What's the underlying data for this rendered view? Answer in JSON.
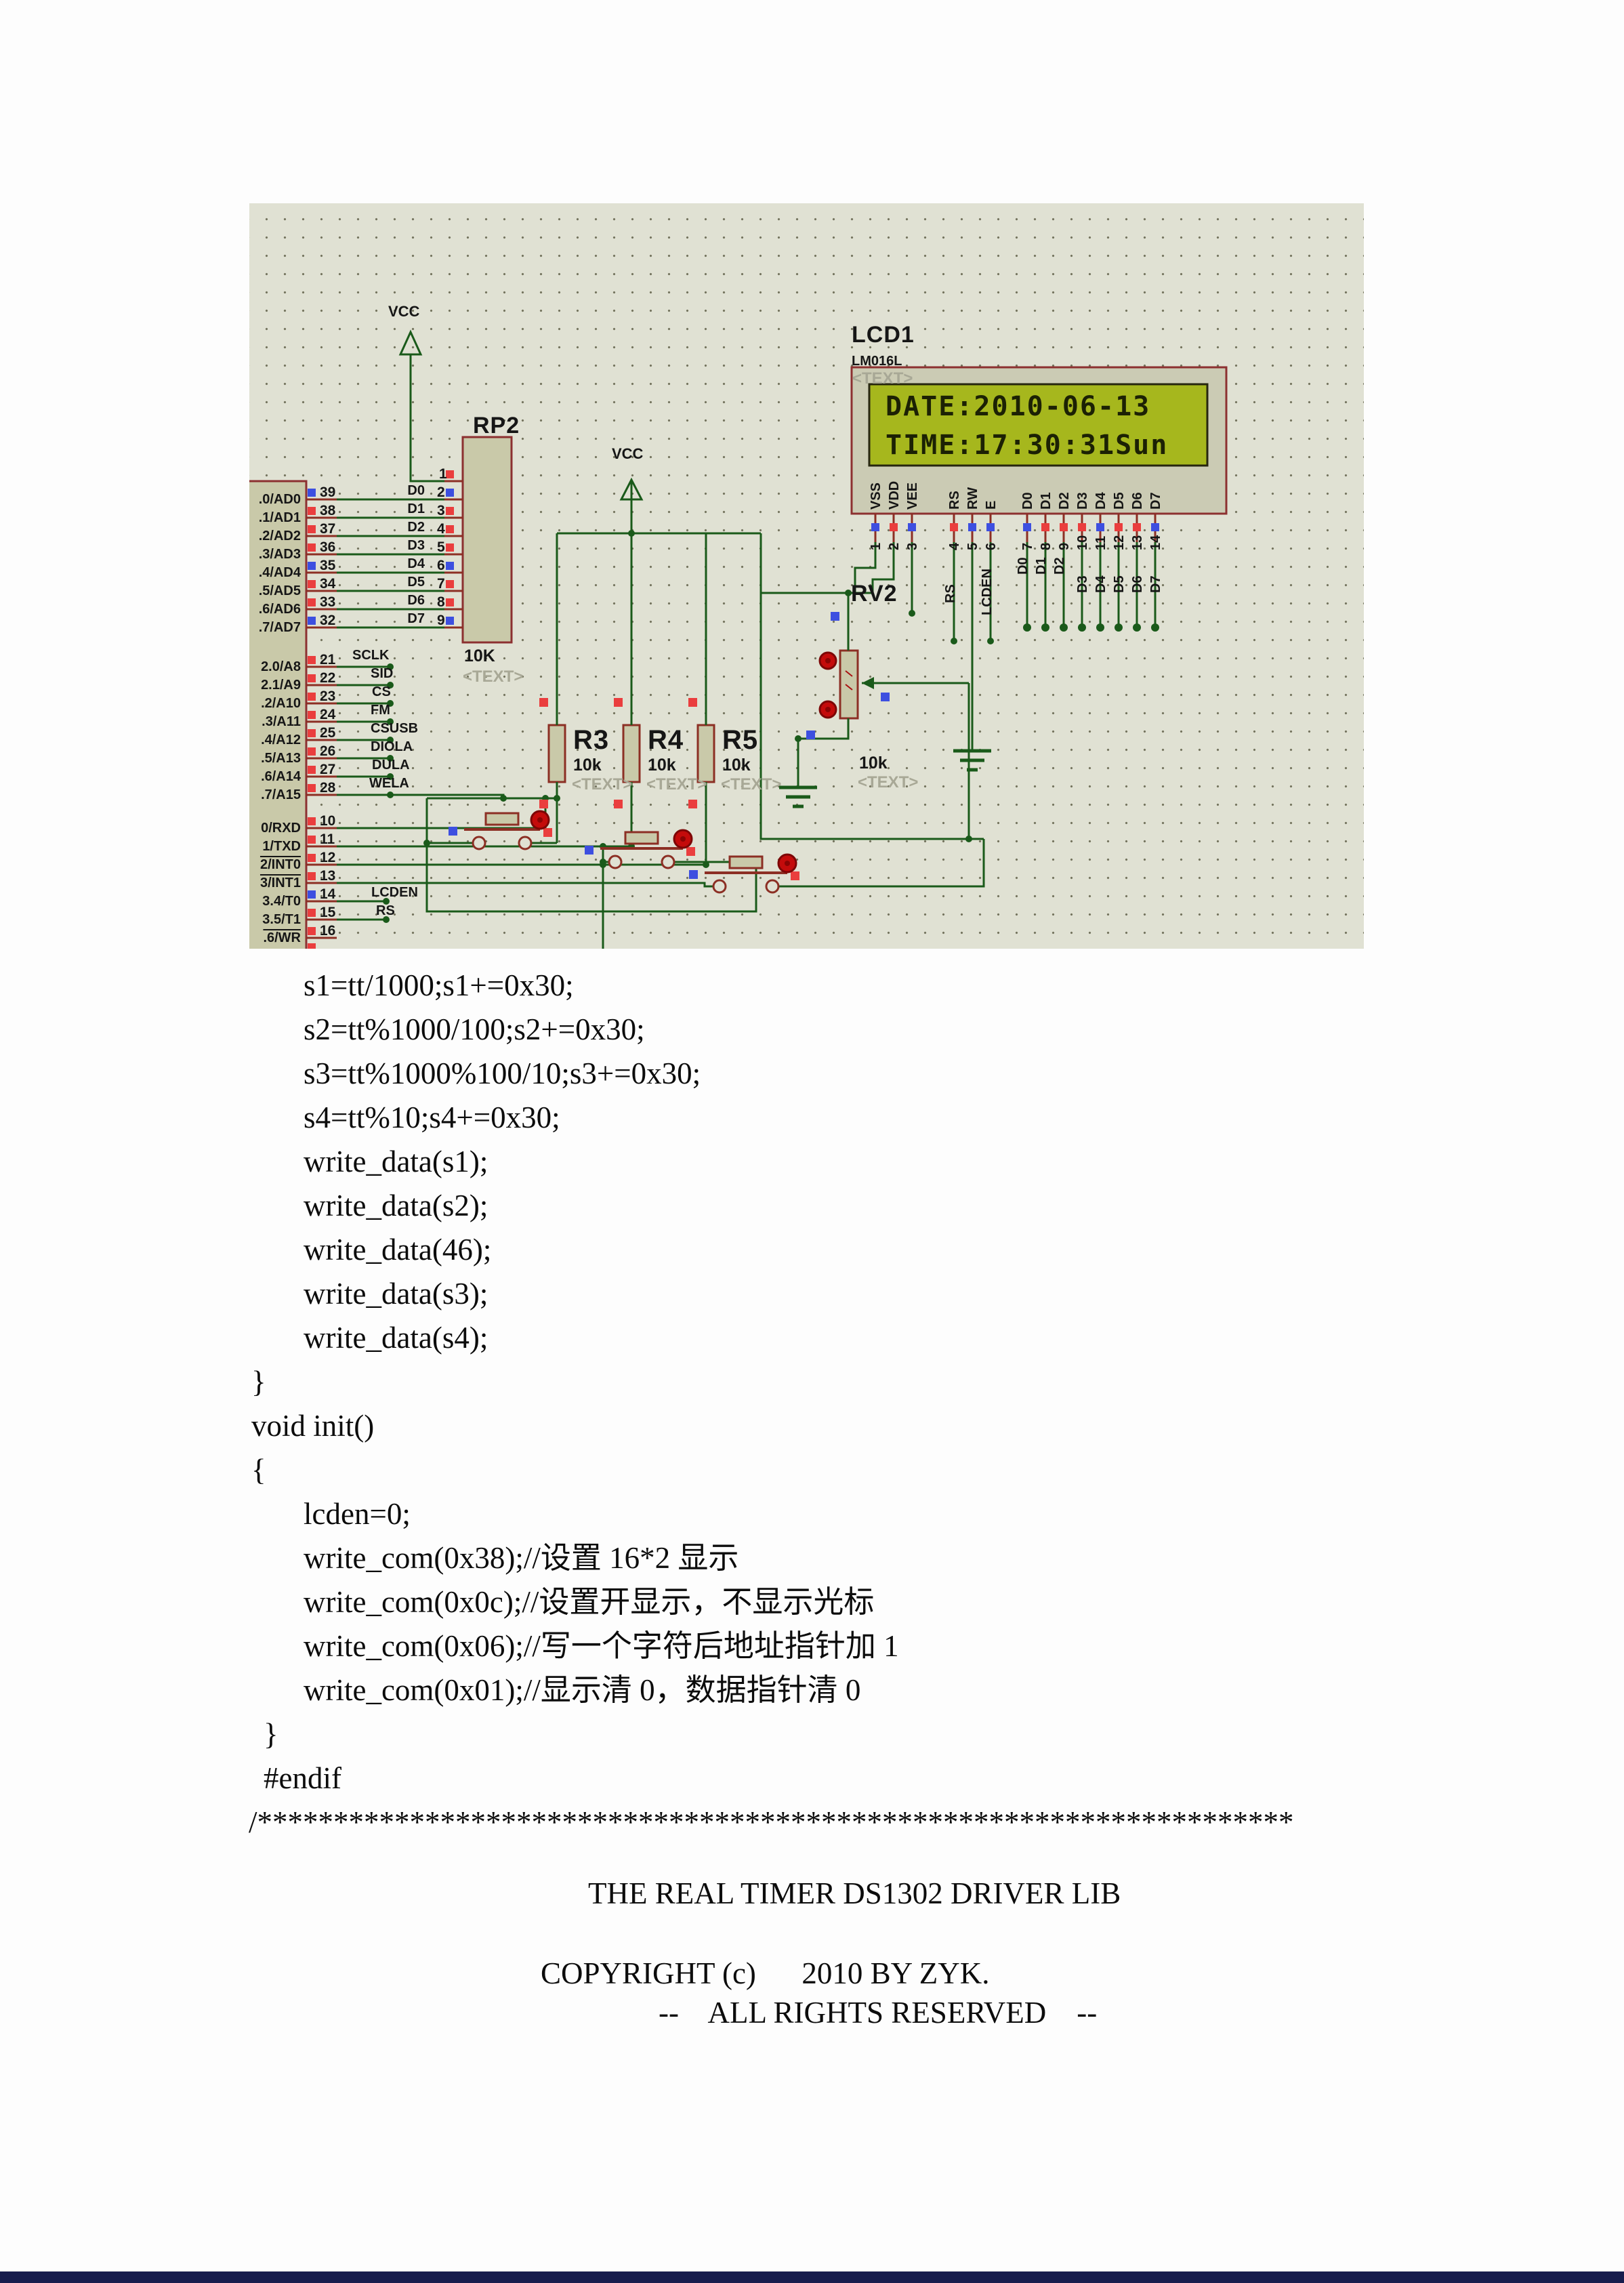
{
  "schematic": {
    "power_label": "VCC",
    "mcu": {
      "group1": [
        {
          "pin": "39",
          "name": ".0/AD0",
          "net": "D0",
          "rp_pin": "2"
        },
        {
          "pin": "38",
          "name": ".1/AD1",
          "net": "D1",
          "rp_pin": "3"
        },
        {
          "pin": "37",
          "name": ".2/AD2",
          "net": "D2",
          "rp_pin": "4"
        },
        {
          "pin": "36",
          "name": ".3/AD3",
          "net": "D3",
          "rp_pin": "5"
        },
        {
          "pin": "35",
          "name": ".4/AD4",
          "net": "D4",
          "rp_pin": "6"
        },
        {
          "pin": "34",
          "name": ".5/AD5",
          "net": "D5",
          "rp_pin": "7"
        },
        {
          "pin": "33",
          "name": ".6/AD6",
          "net": "D6",
          "rp_pin": "8"
        },
        {
          "pin": "32",
          "name": ".7/AD7",
          "net": "D7",
          "rp_pin": "9"
        }
      ],
      "group2": [
        {
          "pin": "21",
          "name": "2.0/A8",
          "net": "SCLK"
        },
        {
          "pin": "22",
          "name": "2.1/A9",
          "net": "SID"
        },
        {
          "pin": "23",
          "name": ".2/A10",
          "net": "CS"
        },
        {
          "pin": "24",
          "name": ".3/A11",
          "net": "FM"
        },
        {
          "pin": "25",
          "name": ".4/A12",
          "net": "CSUSB"
        },
        {
          "pin": "26",
          "name": ".5/A13",
          "net": "DIOLA"
        },
        {
          "pin": "27",
          "name": ".6/A14",
          "net": "DULA"
        },
        {
          "pin": "28",
          "name": ".7/A15",
          "net": "WELA"
        }
      ],
      "group3": [
        {
          "pin": "10",
          "name": "0/RXD"
        },
        {
          "pin": "11",
          "name": "1/TXD"
        },
        {
          "pin": "12",
          "name": "2/INT0"
        },
        {
          "pin": "13",
          "name": "3/INT1"
        },
        {
          "pin": "14",
          "name": "3.4/T0",
          "net": "LCDEN"
        },
        {
          "pin": "15",
          "name": "3.5/T1",
          "net": "RS"
        },
        {
          "pin": "16",
          "name": ".6/WR"
        }
      ]
    },
    "rp2": {
      "ref": "RP2",
      "value": "10K",
      "placeholder": "<TEXT>",
      "pin1": "1"
    },
    "resistors": [
      {
        "ref": "R3",
        "value": "10k",
        "placeholder": "<TEXT>"
      },
      {
        "ref": "R4",
        "value": "10k",
        "placeholder": "<TEXT>"
      },
      {
        "ref": "R5",
        "value": "10k",
        "placeholder": "<TEXT>"
      }
    ],
    "rv2": {
      "ref": "RV2",
      "value": "10k",
      "placeholder": "<TEXT>"
    },
    "lcd": {
      "ref": "LCD1",
      "model": "LM016L",
      "placeholder": "<TEXT>",
      "screen_line1": "DATE:2010-06-13",
      "screen_line2": "TIME:17:30:31Sun",
      "pins": [
        {
          "num": "1",
          "name": "VSS"
        },
        {
          "num": "2",
          "name": "VDD"
        },
        {
          "num": "3",
          "name": "VEE"
        },
        {
          "num": "4",
          "name": "RS"
        },
        {
          "num": "5",
          "name": "RW"
        },
        {
          "num": "6",
          "name": "E"
        },
        {
          "num": "7",
          "name": "D0"
        },
        {
          "num": "8",
          "name": "D1"
        },
        {
          "num": "9",
          "name": "D2"
        },
        {
          "num": "10",
          "name": "D3"
        },
        {
          "num": "11",
          "name": "D4"
        },
        {
          "num": "12",
          "name": "D5"
        },
        {
          "num": "13",
          "name": "D6"
        },
        {
          "num": "14",
          "name": "D7"
        }
      ],
      "net_rs": "RS",
      "net_lcden": "LCDEN",
      "data_nets": [
        "D0",
        "D1",
        "D2",
        "D3",
        "D4",
        "D5",
        "D6",
        "D7"
      ]
    }
  },
  "code": {
    "lines": [
      "s1=tt/1000;s1+=0x30;",
      "s2=tt%1000/100;s2+=0x30;",
      "s3=tt%1000%100/10;s3+=0x30;",
      "s4=tt%10;s4+=0x30;",
      "write_data(s1);",
      "write_data(s2);",
      "write_data(46);",
      "write_data(s3);",
      "write_data(s4);",
      "}",
      "void init()",
      "{",
      "lcden=0;",
      "write_com(0x38);//设置 16*2 显示",
      "write_com(0x0c);//设置开显示，不显示光标",
      "write_com(0x06);//写一个字符后地址指针加 1",
      "write_com(0x01);//显示清 0，数据指针清 0",
      "}",
      "#endif",
      "/********************************************************************"
    ]
  },
  "footer": {
    "title": "THE REAL TIMER DS1302 DRIVER LIB",
    "copyright": "COPYRIGHT (c)      2010 BY ZYK.",
    "rights": "--    ALL RIGHTS RESERVED    --"
  }
}
